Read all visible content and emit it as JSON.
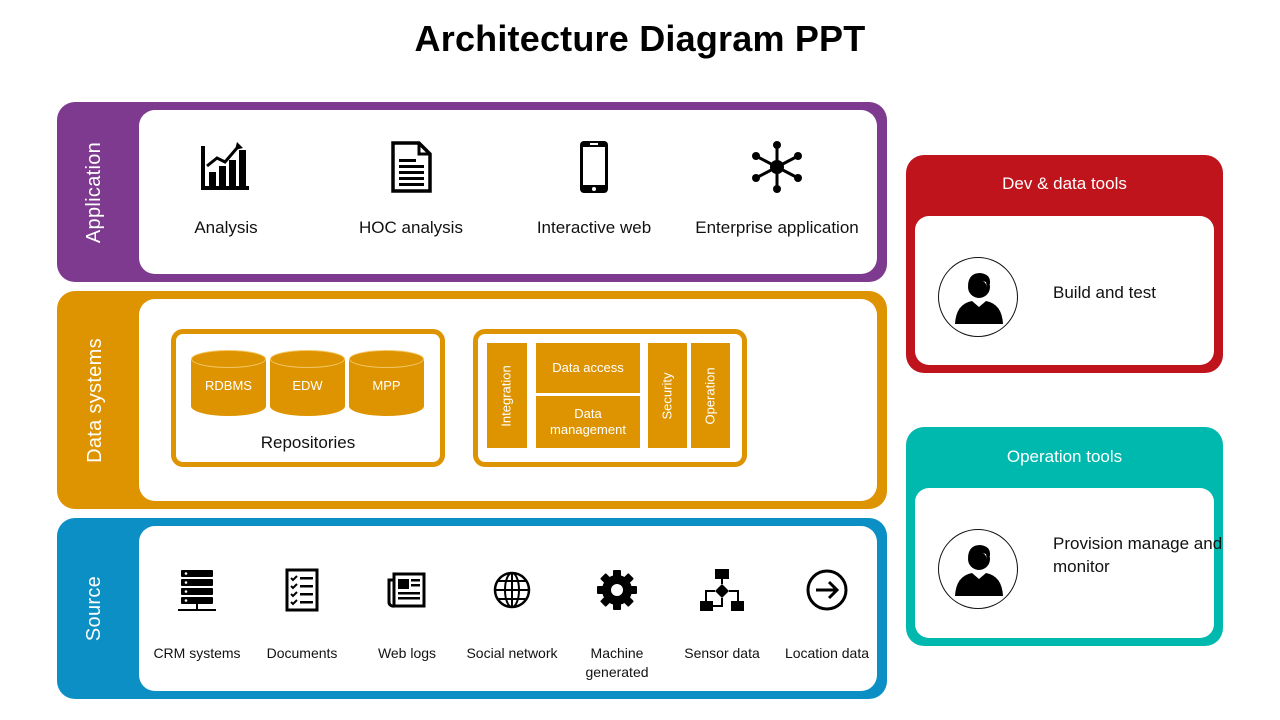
{
  "title": "Architecture Diagram PPT",
  "colors": {
    "application": "#7e3a8f",
    "data_systems": "#de9400",
    "source": "#0b8fc5",
    "dev_tools": "#c0141c",
    "operation_tools": "#00b9ae"
  },
  "application": {
    "label": "Application",
    "items": [
      {
        "label": "Analysis",
        "icon": "bar-chart-icon"
      },
      {
        "label": "HOC analysis",
        "icon": "document-icon"
      },
      {
        "label": "Interactive web",
        "icon": "smartphone-icon"
      },
      {
        "label": "Enterprise application",
        "icon": "network-hub-icon"
      }
    ]
  },
  "data_systems": {
    "label": "Data systems",
    "repositories": {
      "label": "Repositories",
      "items": [
        "RDBMS",
        "EDW",
        "MPP"
      ]
    },
    "management": {
      "integration": "Integration",
      "data_access": "Data access",
      "data_management": "Data management",
      "security": "Security",
      "operation": "Operation"
    }
  },
  "source": {
    "label": "Source",
    "items": [
      {
        "label": "CRM systems",
        "icon": "server-icon"
      },
      {
        "label": "Documents",
        "icon": "checklist-icon"
      },
      {
        "label": "Web logs",
        "icon": "newspaper-icon"
      },
      {
        "label": "Social network",
        "icon": "globe-icon"
      },
      {
        "label": "Machine generated",
        "icon": "gear-icon"
      },
      {
        "label": "Sensor data",
        "icon": "flowchart-icon"
      },
      {
        "label": "Location data",
        "icon": "arrow-circle-icon"
      }
    ]
  },
  "tools": {
    "dev": {
      "title": "Dev & data tools",
      "label": "Build and test",
      "icon": "user-icon"
    },
    "ops": {
      "title": "Operation tools",
      "label": "Provision manage and monitor",
      "icon": "user-icon"
    }
  }
}
